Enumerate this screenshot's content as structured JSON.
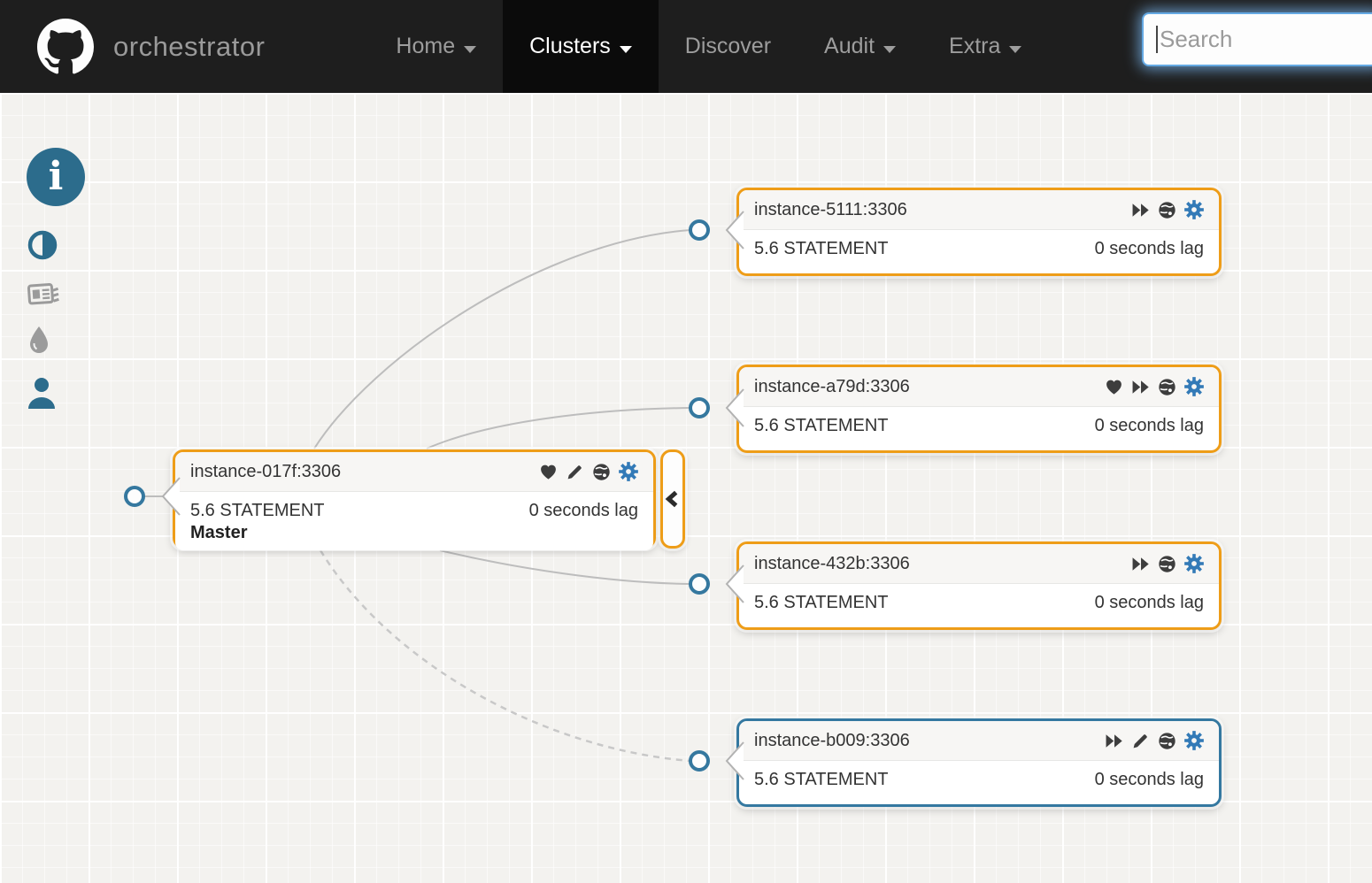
{
  "navbar": {
    "brand": "orchestrator",
    "logo": "github-octocat",
    "items": [
      {
        "label": "Home",
        "caret": true,
        "active": false
      },
      {
        "label": "Clusters",
        "caret": true,
        "active": true
      },
      {
        "label": "Discover",
        "caret": false,
        "active": false
      },
      {
        "label": "Audit",
        "caret": true,
        "active": false
      },
      {
        "label": "Extra",
        "caret": true,
        "active": false
      }
    ],
    "search": {
      "placeholder": "Search",
      "value": ""
    }
  },
  "sidebar": {
    "tools": [
      {
        "icon": "info-icon",
        "color": "#2c6c8c"
      },
      {
        "icon": "adjust-icon",
        "color": "#2c6c8c"
      },
      {
        "icon": "newspaper-icon",
        "color": "#9b9b9b"
      },
      {
        "icon": "droplet-icon",
        "color": "#9b9b9b"
      },
      {
        "icon": "user-icon",
        "color": "#2c6c8c"
      }
    ]
  },
  "colors": {
    "ok_border_orange": "#ee9d18",
    "highlight_border_blue": "#3478a0",
    "gear_blue": "#337ab7",
    "node_ring_blue": "#35789f",
    "link_gray": "#bdbdbd",
    "navbar_bg": "#1e1e1e",
    "active_nav_bg": "#0b0b0b"
  },
  "instances": [
    {
      "name": "instance-017f:3306",
      "version_line": "5.6 STATEMENT",
      "lag": "0 seconds lag",
      "role": "Master",
      "status": "ok",
      "icons": [
        "heart-icon",
        "pencil-icon",
        "globe-icon",
        "gear-icon"
      ]
    },
    {
      "name": "instance-5111:3306",
      "version_line": "5.6 STATEMENT",
      "lag": "0 seconds lag",
      "role": "",
      "status": "ok",
      "icons": [
        "fast-forward-icon",
        "globe-icon",
        "gear-icon"
      ]
    },
    {
      "name": "instance-a79d:3306",
      "version_line": "5.6 STATEMENT",
      "lag": "0 seconds lag",
      "role": "",
      "status": "ok",
      "icons": [
        "heart-icon",
        "fast-forward-icon",
        "globe-icon",
        "gear-icon"
      ]
    },
    {
      "name": "instance-432b:3306",
      "version_line": "5.6 STATEMENT",
      "lag": "0 seconds lag",
      "role": "",
      "status": "ok",
      "icons": [
        "fast-forward-icon",
        "globe-icon",
        "gear-icon"
      ]
    },
    {
      "name": "instance-b009:3306",
      "version_line": "5.6 STATEMENT",
      "lag": "0 seconds lag",
      "role": "",
      "status": "highlight",
      "icons": [
        "fast-forward-icon",
        "pencil-icon",
        "globe-icon",
        "gear-icon"
      ]
    }
  ],
  "collapse_button": {
    "icon": "chevron-left-icon"
  }
}
